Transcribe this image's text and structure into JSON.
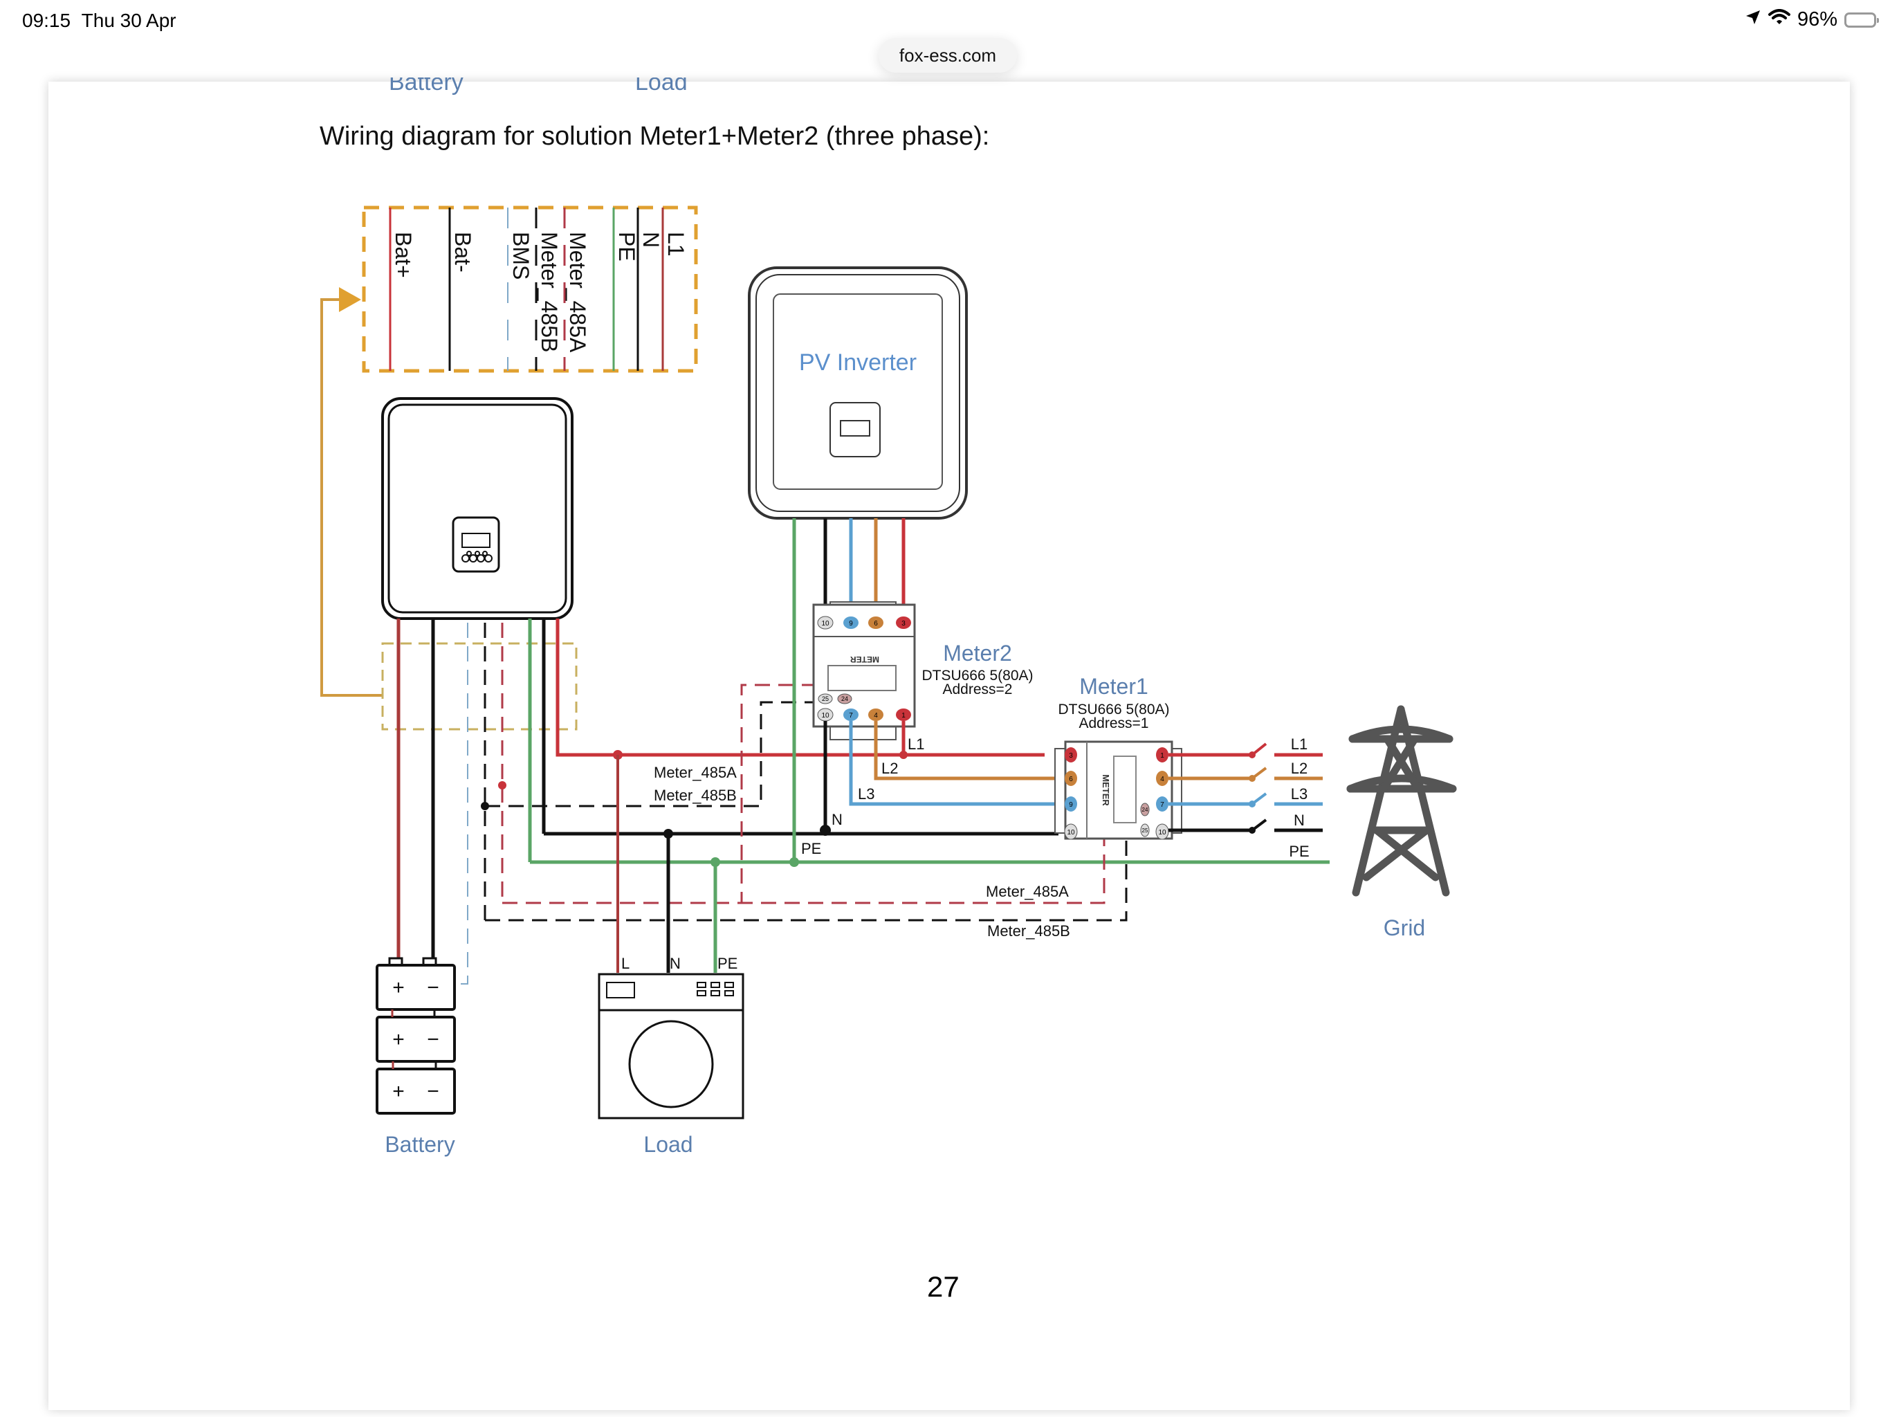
{
  "status_bar": {
    "time": "09:15",
    "date": "Thu 30 Apr",
    "battery_percent": "96%",
    "icons": [
      "location-arrow-icon",
      "wifi-icon",
      "battery-icon"
    ]
  },
  "browser": {
    "url": "fox-ess.com"
  },
  "page": {
    "cut_off_labels": [
      "Battery",
      "Load"
    ],
    "title": "Wiring diagram for solution Meter1+Meter2 (three phase):",
    "page_number": "27"
  },
  "diagram": {
    "connector_labels": [
      "Bat+",
      "Bat-",
      "BMS",
      "Meter_485B",
      "Meter_485A",
      "PE",
      "N",
      "L1"
    ],
    "pv_inverter_label": "PV Inverter",
    "meter2": {
      "name": "Meter2",
      "model": "DTSU666 5(80A)",
      "address": "Address=2",
      "face": "METER",
      "top_terminals": [
        "10",
        "9",
        "6",
        "3"
      ],
      "bottom_terminals": [
        "10",
        "7",
        "4",
        "1"
      ],
      "comm_terminals": [
        "25",
        "24"
      ]
    },
    "meter1": {
      "name": "Meter1",
      "model": "DTSU666 5(80A)",
      "address": "Address=1",
      "face": "METER",
      "left_terminals": [
        "3",
        "6",
        "9",
        "10"
      ],
      "right_terminals": [
        "1",
        "4",
        "7",
        "10"
      ],
      "comm_terminals": [
        "24",
        "25"
      ]
    },
    "wire_labels": {
      "l1": "L1",
      "l2": "L2",
      "l3": "L3",
      "n": "N",
      "pe": "PE",
      "meter_485a": "Meter_485A",
      "meter_485b": "Meter_485B"
    },
    "grid_lines": [
      "L1",
      "L2",
      "L3",
      "N",
      "PE"
    ],
    "load_terminals": [
      "L",
      "N",
      "PE"
    ],
    "battery_cells": [
      {
        "plus": "+",
        "minus": "−"
      },
      {
        "plus": "+",
        "minus": "−"
      },
      {
        "plus": "+",
        "minus": "−"
      }
    ],
    "component_labels": {
      "battery": "Battery",
      "load": "Load",
      "grid": "Grid"
    },
    "colors": {
      "l1": "#c8333a",
      "l2": "#c8813a",
      "l3": "#5aa0d0",
      "n": "#111111",
      "pe": "#5aa566",
      "bat_plus": "#a93a3a",
      "orange_box": "#e0a030",
      "label_blue": "#5b7fae",
      "rs485a": "#b03a48",
      "bms": "#7fa8c8"
    }
  }
}
